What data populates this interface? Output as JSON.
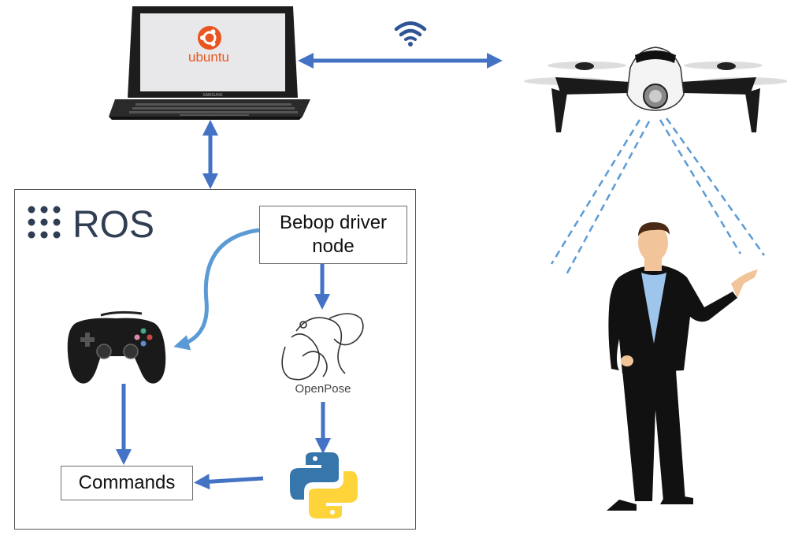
{
  "laptop": {
    "os_label": "ubuntu",
    "brand_label": "SAMSUNG"
  },
  "ros": {
    "logo_text": "ROS"
  },
  "nodes": {
    "driver_label": "Bebop driver node",
    "openpose_label": "OpenPose",
    "commands_label": "Commands"
  },
  "colors": {
    "arrow": "#4472c4",
    "arrow_light": "#5b9bd5",
    "ros_logo": "#2f3e52",
    "ubuntu": "#e95420",
    "python_blue": "#3776ab",
    "python_yellow": "#ffd43b",
    "camera_beam": "#5b9bd5"
  },
  "icons": [
    "wifi-icon",
    "laptop-icon",
    "ubuntu-logo-icon",
    "drone-icon",
    "person-icon",
    "gamepad-icon",
    "openpose-logo-icon",
    "python-logo-icon"
  ]
}
